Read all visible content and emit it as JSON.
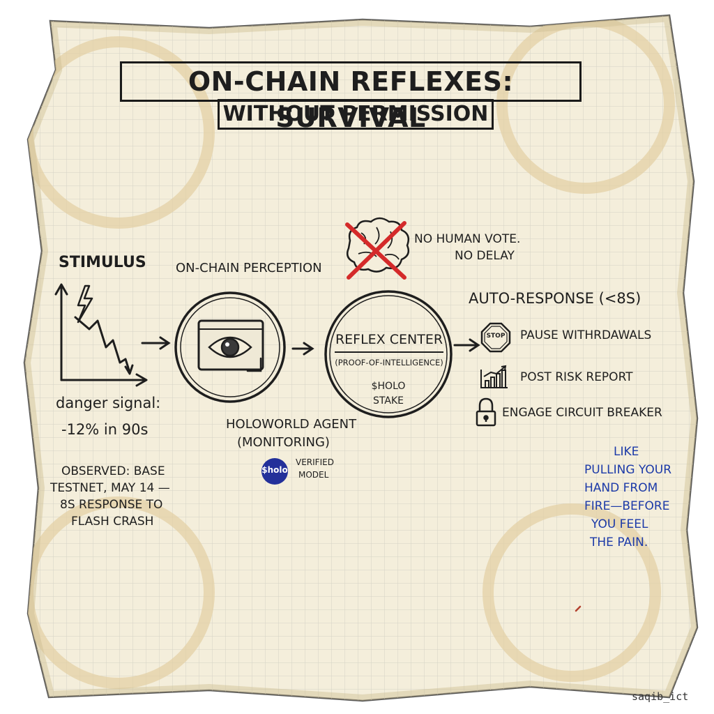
{
  "title": {
    "line1": "ON-CHAIN REFLEXES: SURVIVAL",
    "line2": "WITHOUT PERMISSION"
  },
  "stimulus": {
    "heading": "STIMULUS",
    "signal_label": "danger signal:",
    "signal_value": "-12% in 90s"
  },
  "perception": {
    "heading": "ON-CHAIN PERCEPTION",
    "agent_line1": "HOLOWORLD AGENT",
    "agent_line2": "(MONITORING)",
    "badge_text": "$holo",
    "verified_line1": "VERIFIED",
    "verified_line2": "MODEL"
  },
  "reflex": {
    "heading": "REFLEX CENTER",
    "sub": "(PROOF-OF-INTELLIGENCE)",
    "stake_line1": "$HOLO",
    "stake_line2": "STAKE"
  },
  "no_human": {
    "line1": "NO HUMAN VOTE.",
    "line2": "NO DELAY"
  },
  "response": {
    "heading": "AUTO-RESPONSE (<8S)",
    "stop_sign": "STOP",
    "actions": [
      {
        "label": "PAUSE WITHRDAWALS",
        "icon": "stop-sign-icon"
      },
      {
        "label": "POST RISK REPORT",
        "icon": "bar-chart-icon"
      },
      {
        "label": "ENGAGE CIRCUIT BREAKER",
        "icon": "padlock-icon"
      }
    ]
  },
  "observed": {
    "line1": "OBSERVED: BASE",
    "line2": "TESTNET, MAY 14 —",
    "line3": "8S RESPONSE TO",
    "line4": "FLASH CRASH"
  },
  "quote": {
    "line1": "LIKE",
    "line2": "PULLING YOUR",
    "line3": "HAND FROM",
    "line4": "FIRE—BEFORE",
    "line5": "YOU FEEL",
    "line6": "THE PAIN."
  },
  "signature": "saqib_ict",
  "colors": {
    "paper": "#f4eedb",
    "grid": "#d6d3c4",
    "ink": "#1e1e1e",
    "cross": "#d42a2a",
    "quote_blue": "#1c3aa8",
    "badge": "#23309a"
  }
}
